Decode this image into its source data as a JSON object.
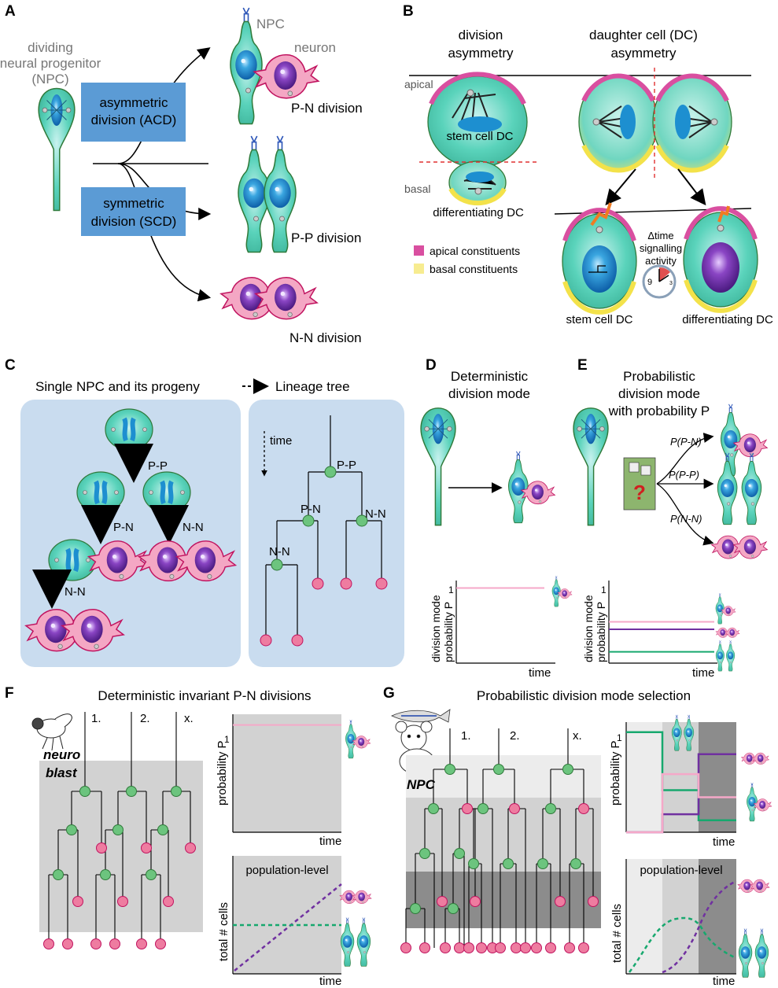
{
  "colors": {
    "npc_fill": "#5ad3bb",
    "npc_edge": "#3c8a3c",
    "nucleus": "#1d8fd0",
    "neuron_fill": "#f2a0c0",
    "neuron_edge": "#c01060",
    "neuron_nucleus": "#7a2aa8",
    "box_blue": "#5b9bd5",
    "panel_blue": "#c9dcef",
    "tree_node_green": "#6cc47e",
    "tree_node_pink": "#ee7ca0",
    "gray1": "#d2d2d2",
    "gray2": "#bcbcbc",
    "gray3": "#8c8c8c",
    "pink_line": "#f5a8c8",
    "purple_line": "#7030a0",
    "green_line": "#17a86e",
    "apical": "#d94fa0",
    "basal": "#f3e24a",
    "signal": "#f07b22"
  },
  "panels": {
    "a": "A",
    "b": "B",
    "c": "C",
    "d": "D",
    "e": "E",
    "f": "F",
    "g": "G"
  },
  "A": {
    "npc_label": [
      "dividing",
      "neural progenitor",
      "(NPC)"
    ],
    "npc_short": "NPC",
    "neuron": "neuron",
    "acd": [
      "asymmetric",
      "division (ACD)"
    ],
    "scd": [
      "symmetric",
      "division (SCD)"
    ],
    "pn": "P-N division",
    "pp": "P-P division",
    "nn": "N-N division"
  },
  "B": {
    "div_asym": [
      "division",
      "asymmetry"
    ],
    "dc_asym": [
      "daughter cell (DC)",
      "asymmetry"
    ],
    "apical": "apical",
    "basal": "basal",
    "stem_dc": "stem cell DC",
    "diff_dc": "differentiating DC",
    "legend_apical": "apical constituents",
    "legend_basal": "basal constituents",
    "delta_time": [
      "Δtime",
      "signalling",
      "activity"
    ],
    "clock_nums": [
      "9",
      "3"
    ],
    "stem_dc_bottom": "stem cell DC",
    "diff_dc_bottom": "differentiating DC"
  },
  "C": {
    "left_title": "Single NPC and its progeny",
    "right_title": "Lineage tree",
    "time": "time",
    "pp": "P-P",
    "pn": "P-N",
    "nn": "N-N",
    "tree_pp": "P-P",
    "tree_pn": "P-N",
    "tree_nn1": "N-N",
    "tree_nn2": "N-N"
  },
  "D": {
    "title": [
      "Deterministic",
      "division mode"
    ],
    "ylabel": [
      "division mode",
      "probability P"
    ],
    "y1": "1",
    "xlabel": "time"
  },
  "E": {
    "title": [
      "Probabilistic",
      "division mode",
      "with probability P"
    ],
    "p_pn": "P(P-N)",
    "p_pp": "P(P-P)",
    "p_nn": "P(N-N)",
    "ylabel": [
      "division mode",
      "probability P"
    ],
    "y1": "1",
    "xlabel": "time"
  },
  "F": {
    "title": "Deterministic invariant P-N divisions",
    "neuro": "neuro",
    "blast": "blast",
    "lineage_labels": [
      "1.",
      "2.",
      "x."
    ],
    "prob_ylabel": "probability P",
    "y1": "1",
    "xlabel": "time",
    "pop_title": "population-level",
    "pop_ylabel": "total # cells",
    "pop_xlabel": "time"
  },
  "G": {
    "title": "Probabilistic division mode selection",
    "npc": "NPC",
    "lineage_labels": [
      "1.",
      "2.",
      "x."
    ],
    "prob_ylabel": "probability P",
    "y1": "1",
    "xlabel": "time",
    "pop_title": "population-level",
    "pop_ylabel": "total # cells",
    "pop_xlabel": "time"
  },
  "chart_data": [
    {
      "type": "line",
      "panel": "D",
      "ylim": [
        0,
        1.1
      ],
      "series": [
        {
          "values": [
            1,
            1
          ],
          "color": "#f5a8c8"
        }
      ]
    },
    {
      "type": "line",
      "panel": "E",
      "ylim": [
        0,
        1.1
      ],
      "series": [
        {
          "values": [
            0.55,
            0.55
          ],
          "color": "#f5a8c8"
        },
        {
          "values": [
            0.45,
            0.45
          ],
          "color": "#7030a0"
        },
        {
          "values": [
            0.15,
            0.15
          ],
          "color": "#17a86e"
        }
      ]
    },
    {
      "type": "line",
      "panel": "F-probability",
      "ylim": [
        0,
        1.1
      ],
      "series": [
        {
          "values": [
            1,
            1
          ],
          "color": "#f5a8c8"
        }
      ]
    },
    {
      "type": "line",
      "panel": "G-probability",
      "ylim": [
        0,
        1.1
      ],
      "x": [
        "phase1",
        "phase2",
        "phase3"
      ],
      "series": [
        {
          "values": [
            1,
            0.42,
            0.12
          ],
          "color": "#17a86e"
        },
        {
          "values": [
            0,
            0.18,
            0.78
          ],
          "color": "#7030a0"
        },
        {
          "values": [
            0,
            0.58,
            0.35
          ],
          "color": "#f5a8c8"
        }
      ]
    }
  ]
}
